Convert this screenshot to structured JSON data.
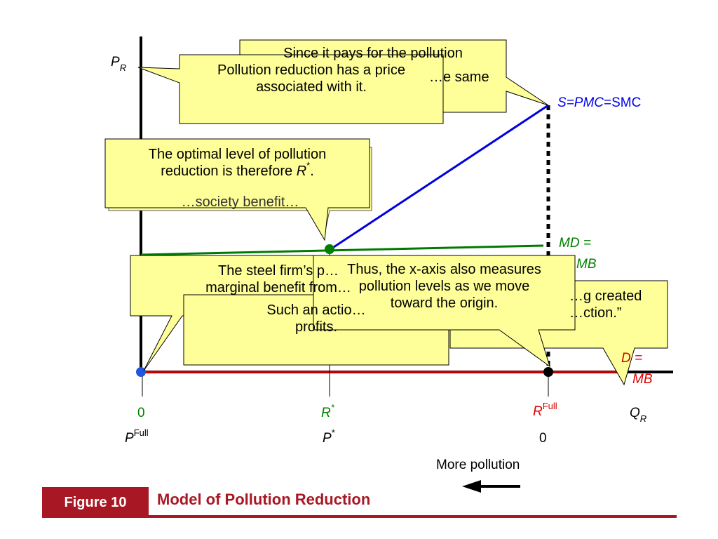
{
  "diagram": {
    "axis_y_label_main": "P",
    "axis_y_label_sub": "R",
    "axis_x_label_main": "Q",
    "axis_x_label_sub": "R",
    "curve_s_label_part1": "S",
    "curve_s_label_part2": "=PMC",
    "curve_s_label_part3": "=SMC",
    "curve_md_label_line1": "MD =",
    "curve_md_label_line2": "MB",
    "curve_red_label_line1": "D =",
    "curve_red_label_line2": "MB",
    "tick_zero": "0",
    "tick_rstar_main": "R",
    "tick_rstar_sup": "*",
    "tick_rfull_main": "R",
    "tick_rfull_sup": "Full",
    "pfull_main": "P",
    "pfull_sup": "Full",
    "pstar_main": "P",
    "pstar_sup": "*",
    "p_zero": "0",
    "more_pollution": "More pollution",
    "colors": {
      "supply": "#0000dd",
      "md": "#007a00",
      "demand": "#dd0000",
      "callout": "#ffff99"
    }
  },
  "callouts": [
    {
      "line1": "Since it pays for the pollution",
      "line2": "…e same"
    },
    {
      "line1": "Pollution reduction has a price",
      "line2": "associated with it."
    },
    {
      "line1": "…society benefit…"
    },
    {
      "line1": "The optimal level of pollution",
      "line2": "reduction is therefore",
      "italic": "R",
      "sup": "*",
      "tail": "."
    },
    {
      "line1": "The steel firm’s p…",
      "line2": "marginal benefit from…"
    },
    {
      "line1": "Such an actio…",
      "line2": "profits."
    },
    {
      "line1": "…g created",
      "line2": "…ction.”"
    },
    {
      "line1": "Thus, the x-axis also measures",
      "line2": "pollution levels as we move",
      "line3": "toward the origin."
    }
  ],
  "footer": {
    "figure_label": "Figure 10",
    "figure_title": "Model of Pollution Reduction"
  }
}
